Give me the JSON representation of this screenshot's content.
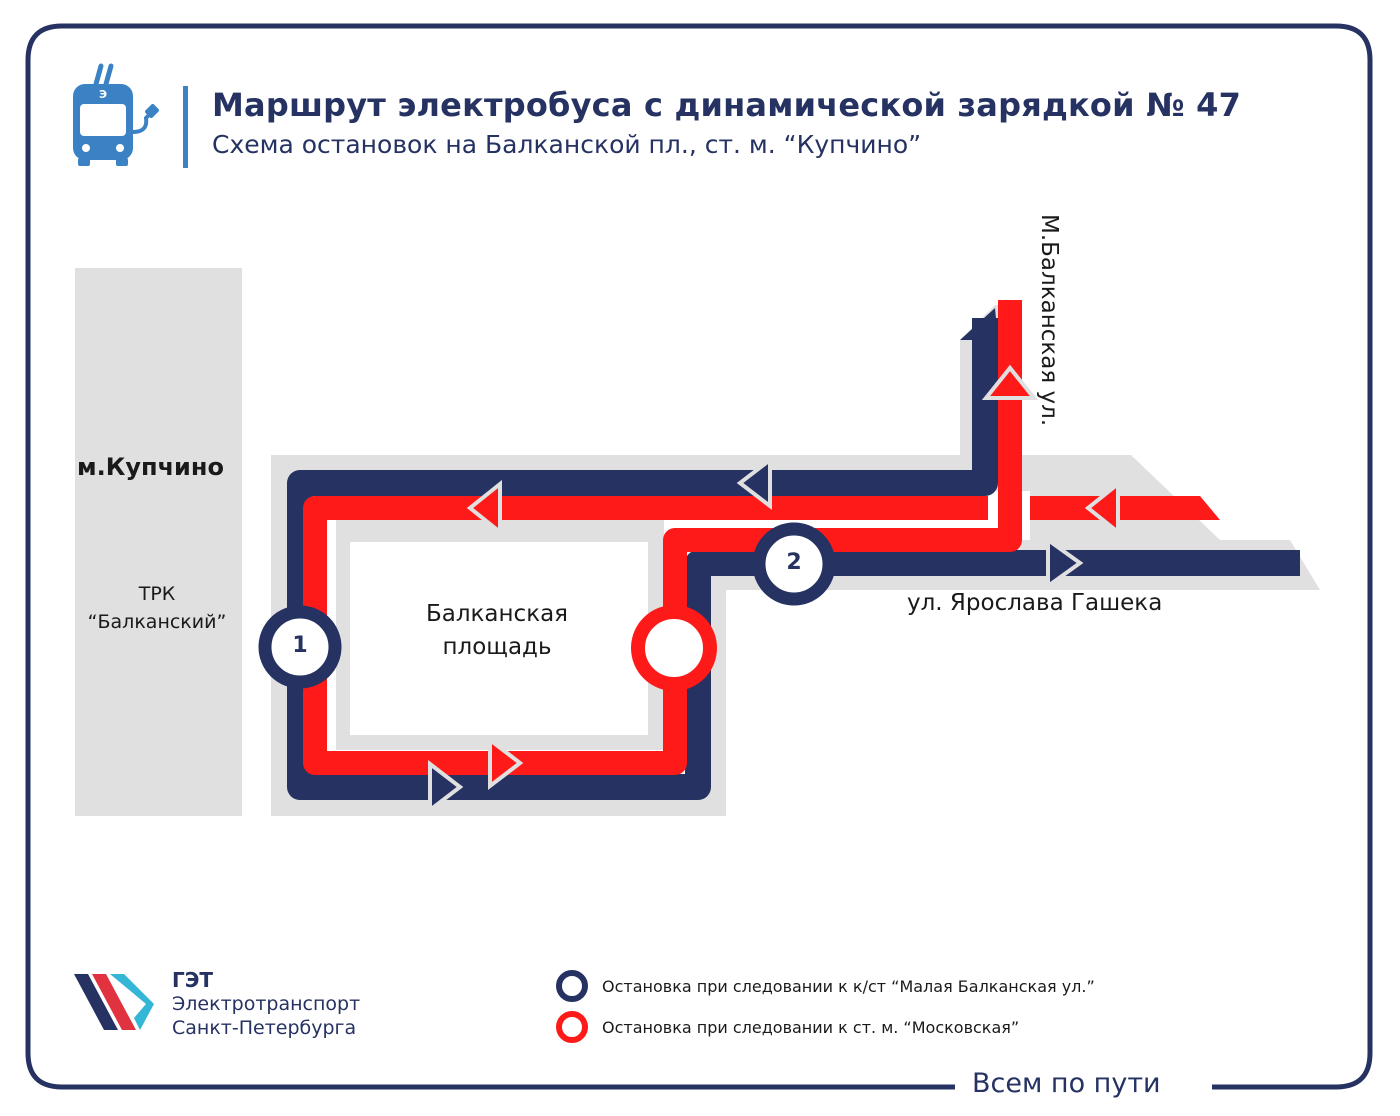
{
  "header": {
    "title": "Маршрут электробуса с динамической зарядкой № 47",
    "subtitle": "Схема остановок на Балканской пл., ст. м. “Купчино”",
    "icon": "electric-trolleybus-icon",
    "icon_letter": "Э"
  },
  "map": {
    "metro_label": "м.Купчино",
    "mall_label_line1": "ТРК",
    "mall_label_line2": "“Балканский”",
    "square_label_line1": "Балканская",
    "square_label_line2": "площадь",
    "street_east": "ул. Ярослава Гашека",
    "street_north": "М.Балканская ул.",
    "stops": [
      {
        "number": "1",
        "route": "blue"
      },
      {
        "number": "2",
        "route": "blue"
      },
      {
        "number": "",
        "route": "red"
      }
    ]
  },
  "logo": {
    "brand": "ГЭТ",
    "line1": "Электротранспорт",
    "line2": "Санкт-Петербурга"
  },
  "legend": [
    {
      "color": "#253262",
      "text": "Остановка при следовании к к/ст “Малая Балканская ул.”"
    },
    {
      "color": "#ff1a1a",
      "text": "Остановка при следовании к ст. м. “Московская”"
    }
  ],
  "tagline": "Всем по пути",
  "colors": {
    "blue": "#253262",
    "red": "#ff1a1a",
    "gray": "#e0e0e0",
    "accent": "#3b82c4"
  }
}
